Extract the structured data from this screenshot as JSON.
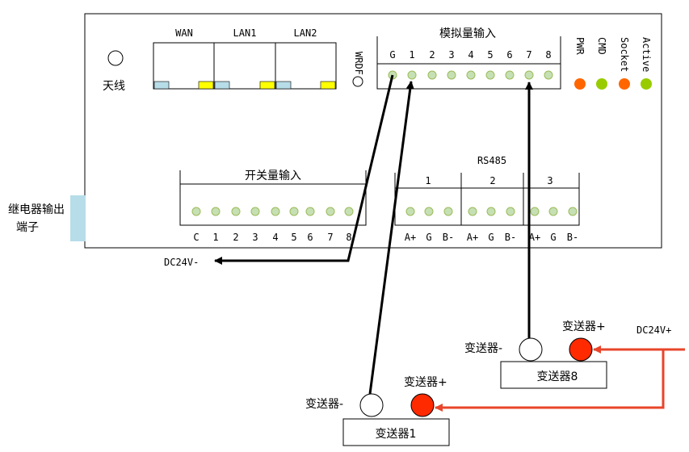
{
  "colors": {
    "pin_fill": "#c6e0b4",
    "pin_stroke": "#9bbb59",
    "led_orange": "#ff6600",
    "led_green": "#99cc00",
    "red_wire": "#e8452a",
    "relay_block": "#b7dde8",
    "port_blue": "#b7dde8",
    "port_yellow": "#ffff00"
  },
  "device": {
    "antenna_label": "天线",
    "wrdf_label": "WRDF",
    "ports": [
      "WAN",
      "LAN1",
      "LAN2"
    ],
    "analog": {
      "title": "模拟量输入",
      "pins": [
        "G",
        "1",
        "2",
        "3",
        "4",
        "5",
        "6",
        "7",
        "8"
      ]
    },
    "leds": [
      {
        "label": "PWR",
        "color": "#ff6600"
      },
      {
        "label": "CMD",
        "color": "#99cc00"
      },
      {
        "label": "Socket",
        "color": "#ff6600"
      },
      {
        "label": "Active",
        "color": "#99cc00"
      }
    ],
    "digital": {
      "title": "开关量输入",
      "pins": [
        "C",
        "1",
        "2",
        "3",
        "4",
        "5",
        "6",
        "7",
        "8"
      ]
    },
    "rs485": {
      "title": "RS485",
      "groups": [
        {
          "label": "1",
          "pins": [
            "A+",
            "G",
            "B-"
          ]
        },
        {
          "label": "2",
          "pins": [
            "A+",
            "G",
            "B-"
          ]
        },
        {
          "label": "3",
          "pins": [
            "A+",
            "G",
            "B-"
          ]
        }
      ]
    },
    "relay_label": "继电器输出端子"
  },
  "wiring": {
    "dc_minus": "DC24V-",
    "dc_plus": "DC24V+",
    "transmitter1": {
      "name": "变送器1",
      "minus": "变送器-",
      "plus": "变送器+"
    },
    "transmitter8": {
      "name": "变送器8",
      "minus": "变送器-",
      "plus": "变送器+"
    }
  }
}
